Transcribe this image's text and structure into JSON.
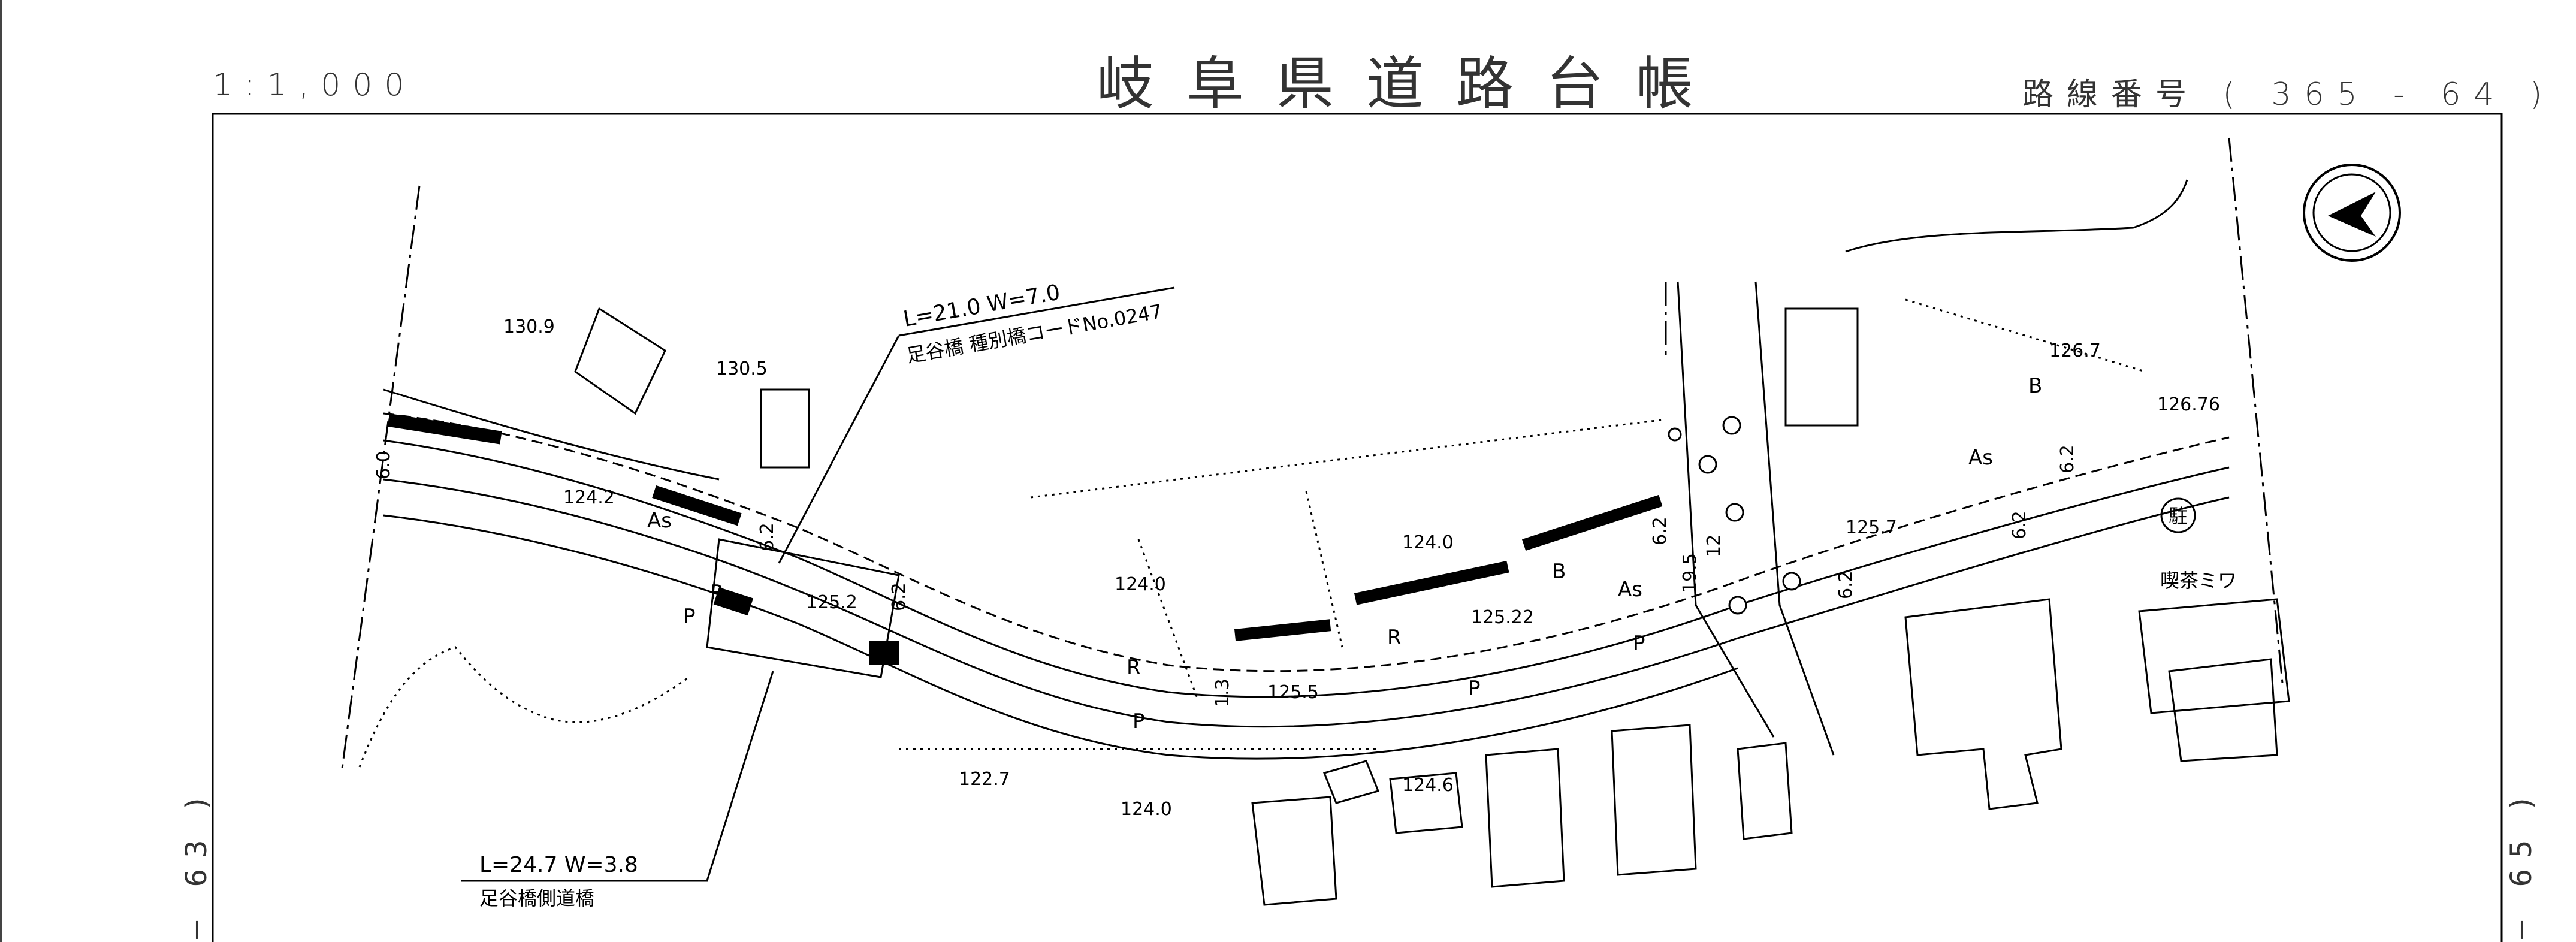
{
  "header": {
    "scale": "1:1,000",
    "title": "岐阜県道路台帳",
    "route_number": "路線番号 ( 365 - 64 )"
  },
  "side_labels": {
    "previous_sheet": "− 63 )",
    "next_sheet": "− 65 )"
  },
  "map": {
    "bridge_main": {
      "dimensions": "L=21.0 W=7.0",
      "name": "足谷橋 種別橋コードNo.0247"
    },
    "bridge_side": {
      "dimensions": "L=24.7 W=3.8",
      "name": "足谷橋側道橋"
    },
    "elevations": [
      "130.9",
      "130.5",
      "124.2",
      "125.2",
      "124.0",
      "124.0",
      "125.22",
      "125.5",
      "122.7",
      "124.0",
      "124.6",
      "125.7",
      "126.7",
      "126.76"
    ],
    "road_codes": [
      "As",
      "As",
      "As",
      "R",
      "R",
      "R",
      "P",
      "P",
      "P",
      "P",
      "B",
      "B"
    ],
    "widths": [
      "6.0",
      "6.2",
      "6.2",
      "6.2",
      "6.2",
      "6.2",
      "6.2",
      "12",
      "19.5",
      "1.3"
    ],
    "landmarks": {
      "parking": "駐",
      "cafe": "喫茶ミワ"
    },
    "north_symbol": "north-arrow"
  }
}
